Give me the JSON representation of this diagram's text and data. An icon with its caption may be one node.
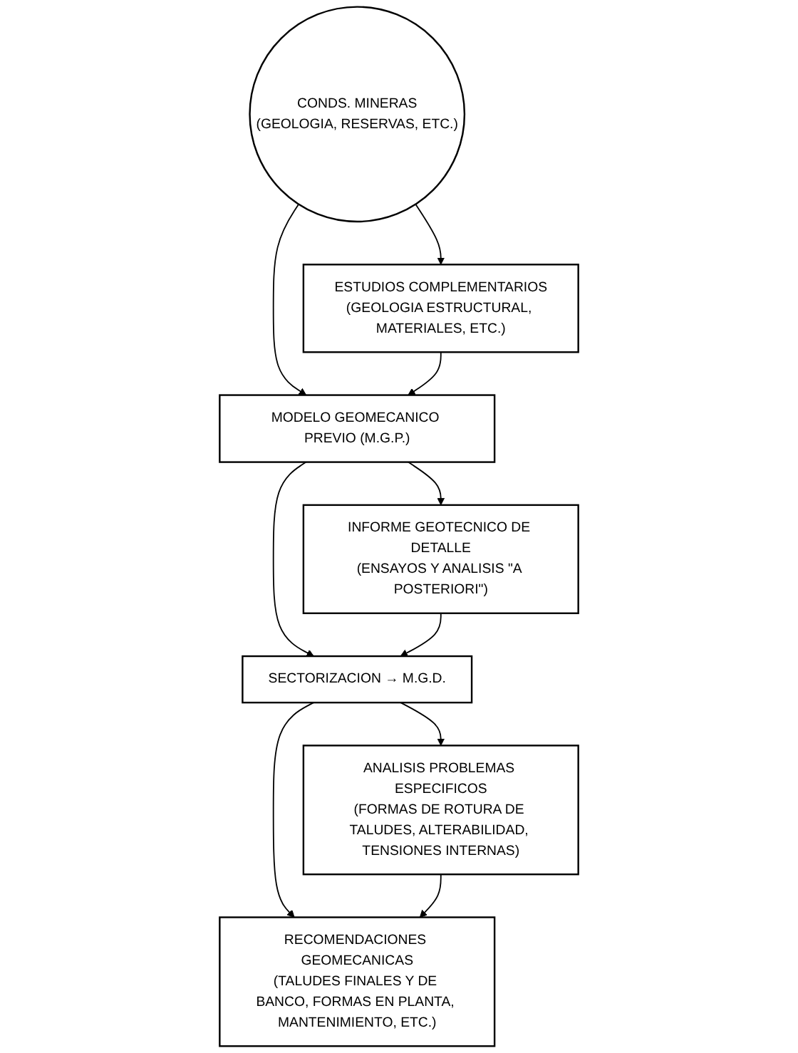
{
  "diagram": {
    "nodes": [
      {
        "text": [
          "CONDS. MINERAS",
          "(GEOLOGIA, RESERVAS, ETC.)"
        ]
      },
      {
        "text": [
          "ESTUDIOS COMPLEMENTARIOS",
          "(GEOLOGIA ESTRUCTURAL, MATERIALES, ETC.)"
        ]
      },
      {
        "text": [
          "MODELO GEOMECANICO PREVIO (M.G.P.)"
        ]
      },
      {
        "text": [
          "INFORME GEOTECNICO DE DETALLE",
          "(ENSAYOS Y ANALISIS \"A POSTERIORI\")"
        ]
      },
      {
        "text": [
          "SECTORIZACION → M.G.D."
        ]
      },
      {
        "text": [
          "ANALISIS PROBLEMAS ESPECIFICOS",
          "(FORMAS DE ROTURA DE TALUDES, ALTERABILIDAD, TENSIONES INTERNAS)"
        ]
      },
      {
        "text": [
          "RECOMENDACIONES GEOMECANICAS",
          "(TALUDES FINALES Y DE BANCO, FORMAS EN PLANTA, MANTENIMIENTO, ETC.)"
        ]
      }
    ],
    "edges": [
      {
        "from": 0,
        "to": 1,
        "arrow": "to"
      },
      {
        "from": 0,
        "to": 2,
        "arrow": "to"
      },
      {
        "from": 1,
        "to": 2,
        "arrow": "to"
      },
      {
        "from": 2,
        "to": 3,
        "arrow": "to"
      },
      {
        "from": 2,
        "to": 4,
        "arrow": "to"
      },
      {
        "from": 3,
        "to": 4,
        "arrow": "to"
      },
      {
        "from": 4,
        "to": 5,
        "arrow": "to"
      },
      {
        "from": 4,
        "to": 6,
        "arrow": "to"
      },
      {
        "from": 5,
        "to": 6,
        "arrow": "to"
      }
    ]
  }
}
